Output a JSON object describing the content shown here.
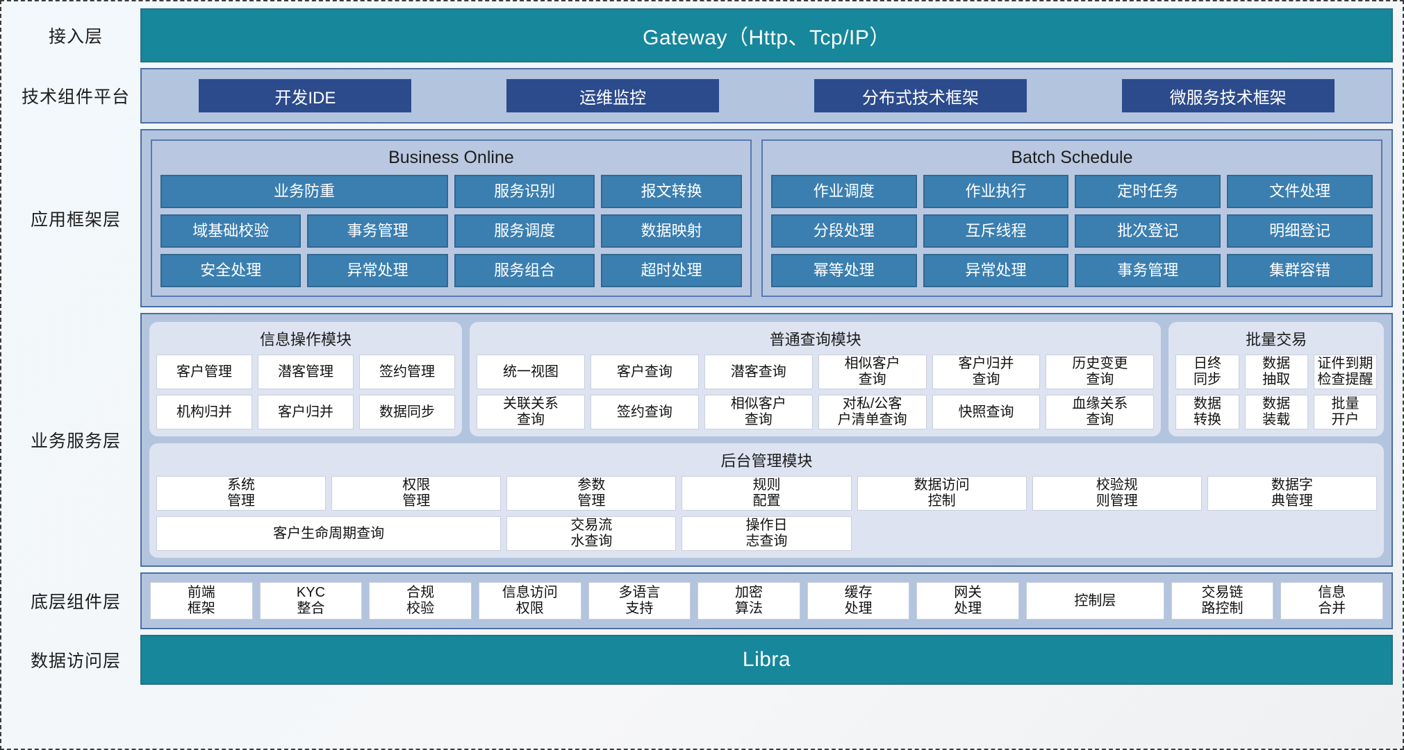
{
  "layers": {
    "access": {
      "label": "接入层",
      "bar": "Gateway（Http、Tcp/IP）"
    },
    "tech": {
      "label": "技术组件平台",
      "items": [
        "开发IDE",
        "运维监控",
        "分布式技术框架",
        "微服务技术框架"
      ]
    },
    "appframe": {
      "label": "应用框架层",
      "panels": [
        {
          "title": "Business Online",
          "cells": [
            "业务防重",
            "服务识别",
            "报文转换",
            "域基础校验",
            "事务管理",
            "服务调度",
            "数据映射",
            "安全处理",
            "异常处理",
            "服务组合",
            "超时处理"
          ]
        },
        {
          "title": "Batch Schedule",
          "cells": [
            "作业调度",
            "作业执行",
            "定时任务",
            "文件处理",
            "分段处理",
            "互斥线程",
            "批次登记",
            "明细登记",
            "幂等处理",
            "异常处理",
            "事务管理",
            "集群容错"
          ]
        }
      ]
    },
    "bizservice": {
      "label": "业务服务层",
      "modules": [
        {
          "title": "信息操作模块",
          "cells": [
            "客户管理",
            "潜客管理",
            "签约管理",
            "机构归并",
            "客户归并",
            "数据同步"
          ]
        },
        {
          "title": "普通查询模块",
          "cells": [
            "统一视图",
            "客户查询",
            "潜客查询",
            "相似客户\n查询",
            "客户归并\n查询",
            "历史变更\n查询",
            "关联关系\n查询",
            "签约查询",
            "相似客户\n查询",
            "对私/公客\n户清单查询",
            "快照查询",
            "血缘关系\n查询"
          ]
        },
        {
          "title": "批量交易",
          "cells": [
            "日终\n同步",
            "数据\n抽取",
            "证件到期\n检查提醒",
            "数据\n转换",
            "数据\n装载",
            "批量\n开户"
          ]
        }
      ],
      "admin": {
        "title": "后台管理模块",
        "cells": [
          "系统\n管理",
          "权限\n管理",
          "参数\n管理",
          "规则\n配置",
          "数据访问\n控制",
          "校验规\n则管理",
          "数据字\n典管理",
          "客户生命周期查询",
          "交易流\n水查询",
          "操作日\n志查询"
        ]
      }
    },
    "component": {
      "label": "底层组件层",
      "items": [
        "前端\n框架",
        "KYC\n整合",
        "合规\n校验",
        "信息访问\n权限",
        "多语言\n支持",
        "加密\n算法",
        "缓存\n处理",
        "网关\n处理",
        "控制层",
        "交易链\n路控制",
        "信息\n合并"
      ]
    },
    "data": {
      "label": "数据访问层",
      "bar": "Libra"
    }
  },
  "colors": {
    "teal": "#17879b",
    "navy": "#2c4b8c",
    "panel_blue": "#b3c4de",
    "cell_blue": "#3b7fb0",
    "module_bg": "#dde3f0",
    "white_cell": "#ffffff"
  }
}
